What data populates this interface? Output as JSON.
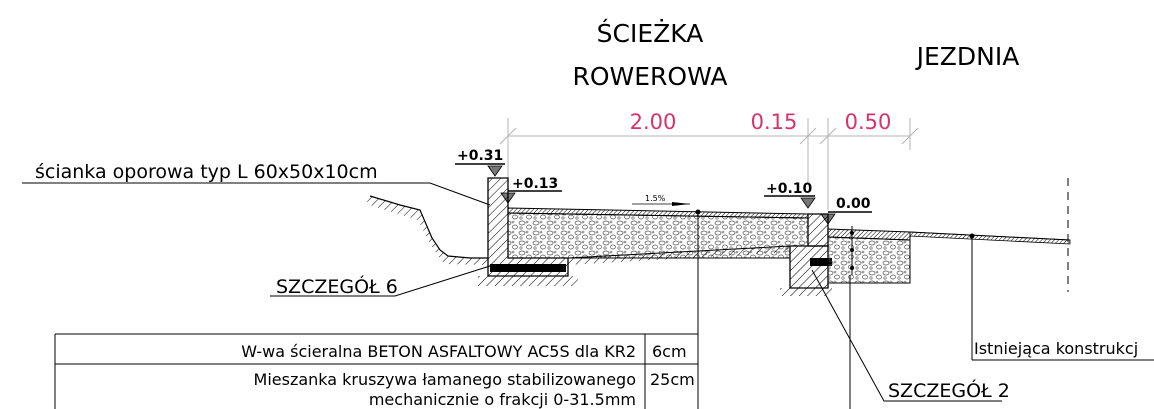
{
  "titles": {
    "bike_path_line1": "ŚCIEŻKA",
    "bike_path_line2": "ROWEROWA",
    "road": "JEZDNIA"
  },
  "dimensions": {
    "bike_path_width": "2.00",
    "curb_width": "0.15",
    "road_strip_width": "0.50"
  },
  "elevations": {
    "wall_top": "+0.31",
    "path_edge": "+0.13",
    "curb_top": "+0.10",
    "road_edge": "0.00"
  },
  "slope": "1.5%",
  "labels": {
    "retaining_wall": "ścianka oporowa typ L 60x50x10cm",
    "detail_6": "SZCZEGÓŁ 6",
    "detail_2": "SZCZEGÓŁ 2",
    "existing": "Istniejąca konstrukcj"
  },
  "layers_table": [
    {
      "description": "W-wa ścieralna BETON ASFALTOWY AC5S dla KR2",
      "thickness": "6cm"
    },
    {
      "description_line1": "Mieszanka kruszywa łamanego stabilizowanego",
      "description_line2": "mechanicznie o frakcji 0-31.5mm",
      "thickness": "25cm"
    }
  ],
  "colors": {
    "dimension_text": "#d6336c",
    "dimension_line": "#b5b5b5",
    "linework": "#000000"
  }
}
